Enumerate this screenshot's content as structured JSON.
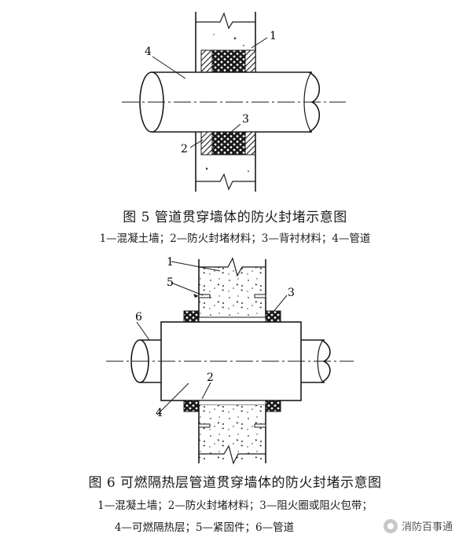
{
  "figure5": {
    "title": "图 5   管道贯穿墙体的防火封堵示意图",
    "legend": "1—混凝土墙；2—防火封堵材料；3—背衬材料；4—管道",
    "labels": [
      "1",
      "2",
      "3",
      "4"
    ]
  },
  "figure6": {
    "title": "图 6   可燃隔热层管道贯穿墙体的防火封堵示意图",
    "legend_line1": "1—混凝土墙；2—防火封堵材料；3—阻火圈或阻火包带；",
    "legend_line2": "4—可燃隔热层；5—紧固件；6—管道",
    "labels": [
      "1",
      "2",
      "3",
      "4",
      "5",
      "6"
    ]
  },
  "watermark": "消防百事通"
}
